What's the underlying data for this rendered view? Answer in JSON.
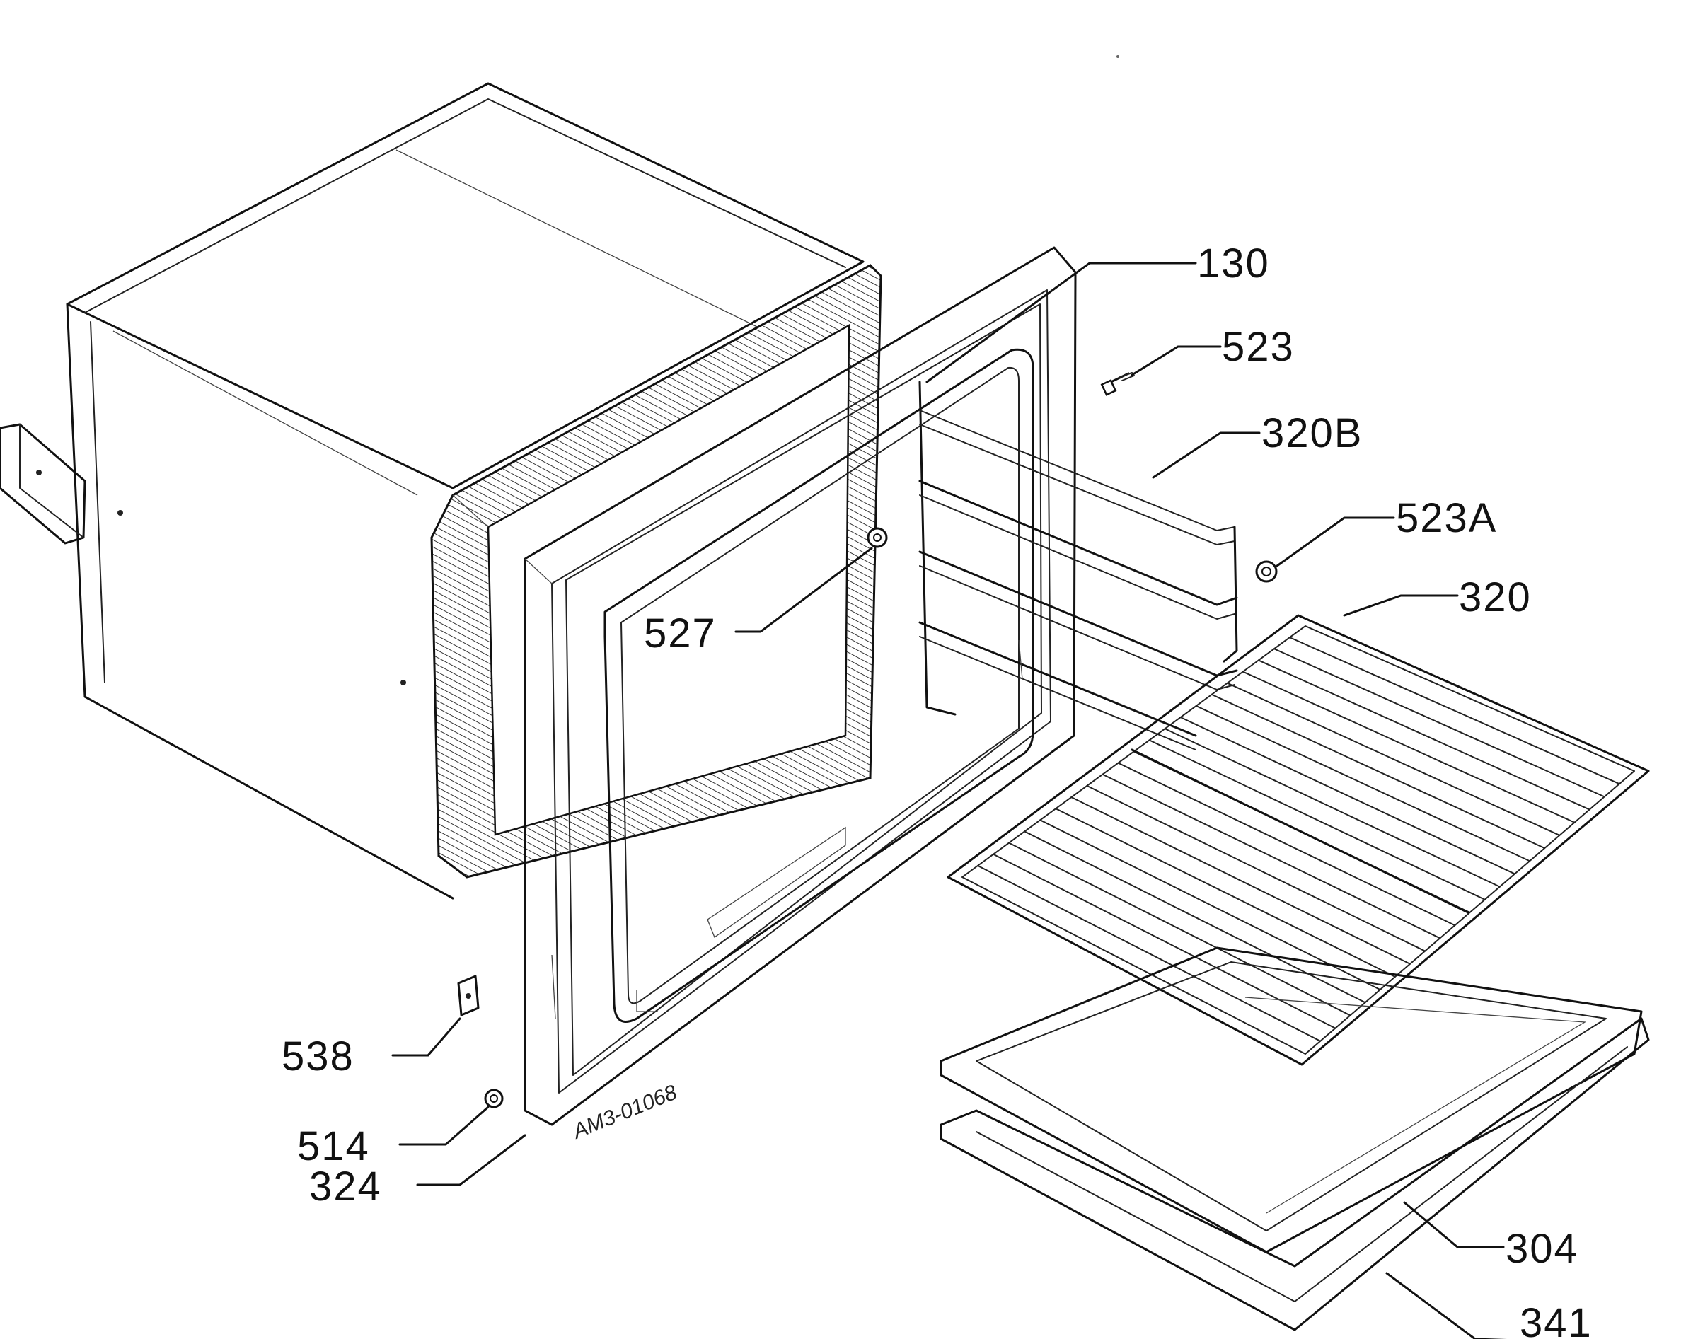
{
  "diagram": {
    "drawing_code": "AM3-01068",
    "part_labels": {
      "p130": "130",
      "p523": "523",
      "p320B": "320B",
      "p523A": "523A",
      "p320": "320",
      "p527": "527",
      "p538": "538",
      "p514": "514",
      "p324": "324",
      "p304": "304",
      "p341": "341"
    }
  }
}
